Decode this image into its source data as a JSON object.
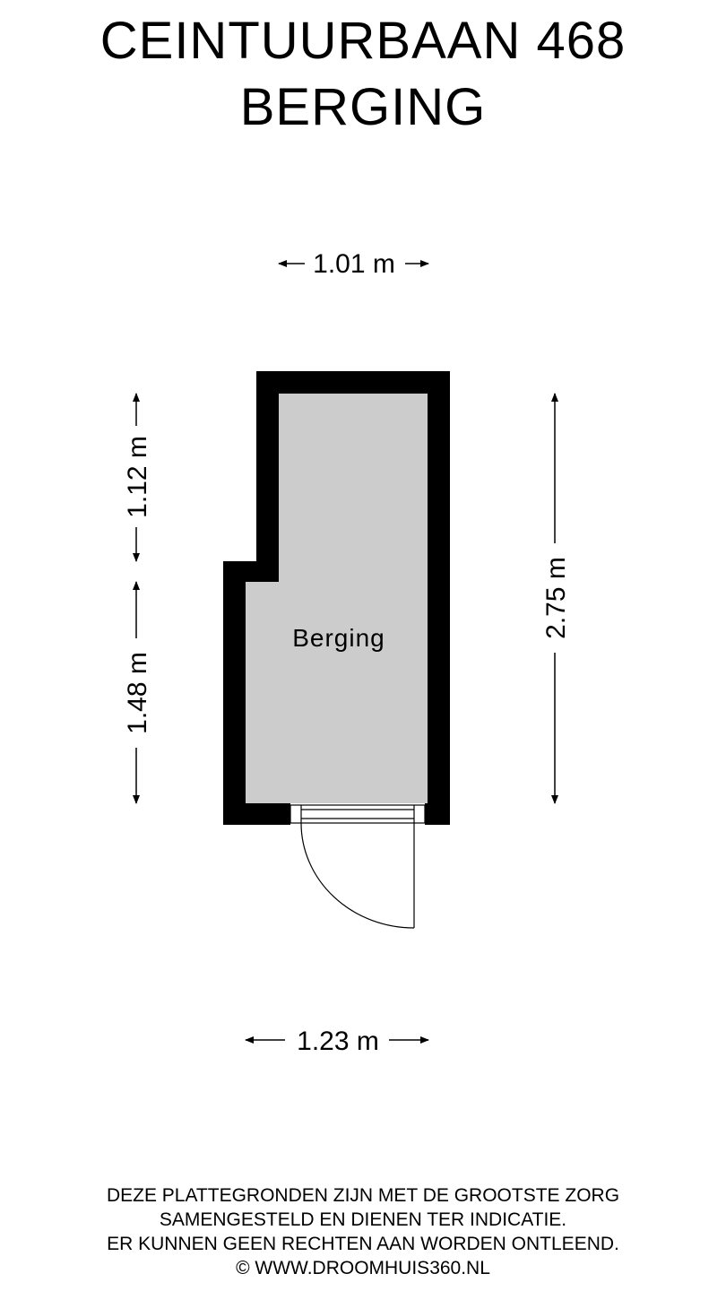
{
  "header": {
    "address": "CEINTUURBAAN 468",
    "subtitle": "BERGING"
  },
  "floorplan": {
    "room_label": "Berging",
    "dimensions": {
      "top_width": "1.01 m",
      "bottom_width": "1.23 m",
      "left_upper": "1.12 m",
      "left_lower": "1.48 m",
      "right_total": "2.75 m"
    },
    "colors": {
      "wall": "#000000",
      "floor": "#cccccc"
    }
  },
  "footer": {
    "line1": "DEZE PLATTEGRONDEN ZIJN MET DE GROOTSTE ZORG",
    "line2": "SAMENGESTELD EN DIENEN TER INDICATIE.",
    "line3": "ER KUNNEN GEEN RECHTEN AAN WORDEN ONTLEEND.",
    "line4": "© WWW.DROOMHUIS360.NL"
  }
}
